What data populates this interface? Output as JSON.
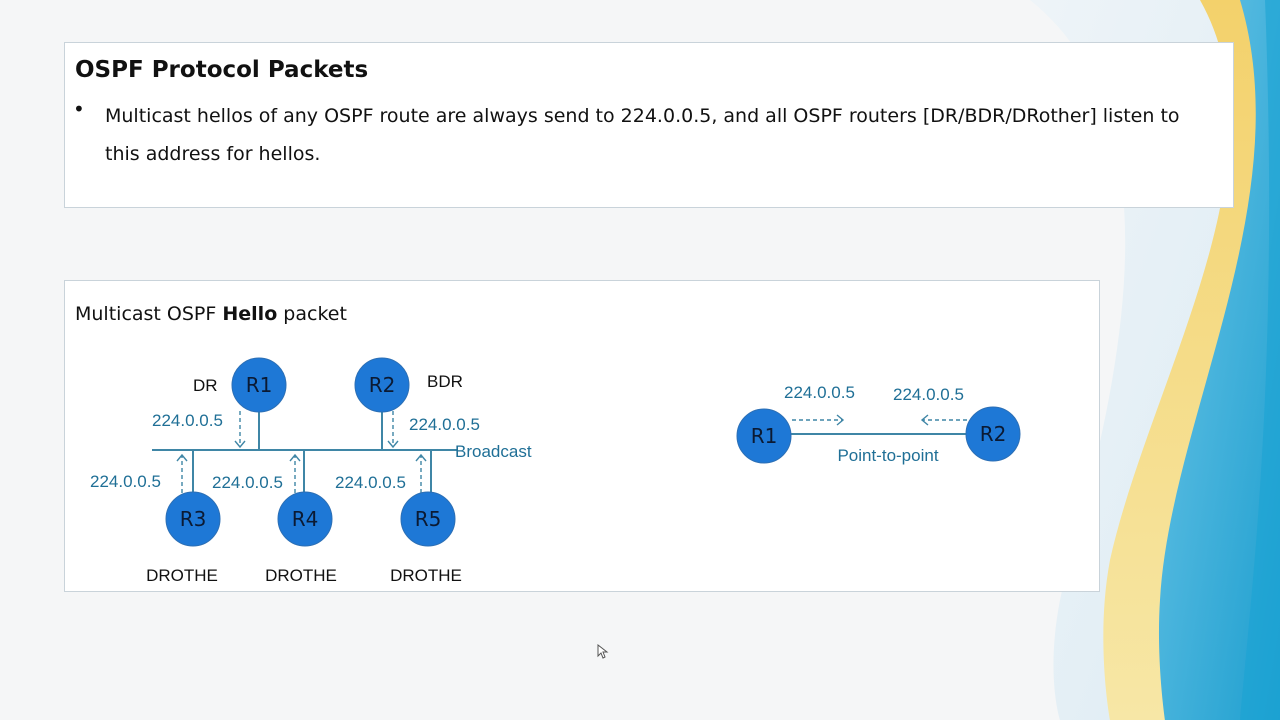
{
  "slide": {
    "title": "OSPF Protocol Packets",
    "bullet": "Multicast hellos of any OSPF route are always send to 224.0.0.5,  and all OSPF routers [DR/BDR/DRother] listen to this address for hellos.",
    "bullet_marker": "•"
  },
  "diagram": {
    "subtitle_pre": "Multicast OSPF ",
    "subtitle_bold": "Hello",
    "subtitle_post": " packet",
    "broadcast": {
      "segment_label": "Broadcast",
      "routers": {
        "r1": {
          "name": "R1",
          "role": "DR",
          "addr": "224.0.0.5"
        },
        "r2": {
          "name": "R2",
          "role": "BDR",
          "addr": "224.0.0.5"
        },
        "r3": {
          "name": "R3",
          "role": "DROTHE",
          "addr": "224.0.0.5"
        },
        "r4": {
          "name": "R4",
          "role": "DROTHE",
          "addr": "224.0.0.5"
        },
        "r5": {
          "name": "R5",
          "role": "DROTHE",
          "addr": "224.0.0.5"
        }
      }
    },
    "p2p": {
      "link_label": "Point-to-point",
      "r1": {
        "name": "R1",
        "addr": "224.0.0.5"
      },
      "r2": {
        "name": "R2",
        "addr": "224.0.0.5"
      }
    }
  },
  "colors": {
    "node_fill": "#1e78d6",
    "link": "#3f86a6",
    "address_text": "#1f6f96"
  }
}
